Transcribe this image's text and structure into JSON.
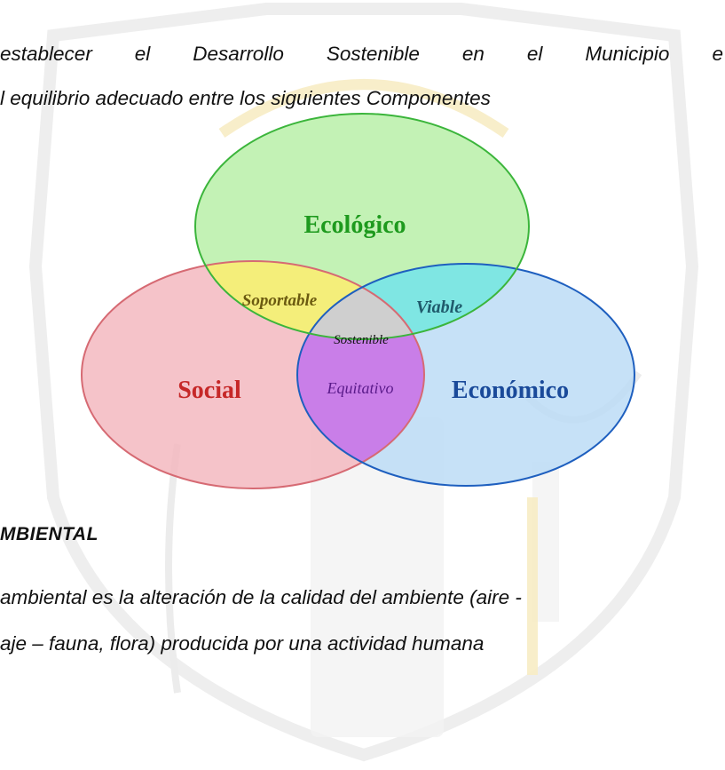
{
  "paragraph_1": {
    "line_1_words": [
      "establecer",
      "el",
      "Desarrollo",
      "Sostenible",
      "en",
      "el",
      "Municipio",
      "e"
    ],
    "line_2": "l equilibrio adecuado entre los siguientes Componentes"
  },
  "diagram": {
    "circles": {
      "ecologico": "Ecológico",
      "social": "Social",
      "economico": "Económico"
    },
    "intersections": {
      "soportable": "Soportable",
      "viable": "Viable",
      "equitativo": "Equitativo",
      "sostenible": "Sostenible"
    },
    "colors": {
      "ecologico_fill": "#b9f0a8",
      "ecologico_stroke": "#3bb53b",
      "ecologico_text": "#1e9a1e",
      "social_fill": "#f3b8bf",
      "social_stroke": "#d66a73",
      "social_text": "#c62828",
      "economico_fill": "#bcdcf6",
      "economico_stroke": "#1e5fbf",
      "economico_text": "#1a4a9a",
      "soportable_fill": "#f4ee7a",
      "viable_fill": "#7fe6e3",
      "equitativo_fill": "#c97ee8",
      "sostenible_fill": "#cfcfcf"
    }
  },
  "heading": "MBIENTAL",
  "paragraph_2": {
    "line_1": "ambiental es la alteración de la calidad del ambiente (aire -",
    "line_2": "aje – fauna, flora) producida por una actividad humana"
  }
}
